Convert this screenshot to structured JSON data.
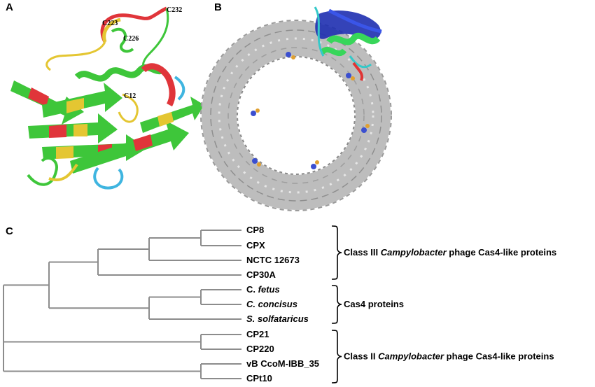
{
  "panels": {
    "a": "A",
    "b": "B",
    "c": "C"
  },
  "panel_a": {
    "residue_labels": [
      "C232",
      "C223",
      "C226",
      "C12"
    ],
    "colors": {
      "green": "#3ec63a",
      "red": "#e0353a",
      "yellow": "#e4c632",
      "cyan": "#3fb5e0"
    }
  },
  "panel_b": {
    "colors": {
      "ring": "#bdbdbd",
      "ring_dark": "#8a8a8a",
      "blue": "#1e2fb0",
      "green": "#38d65a",
      "cyan": "#35c9c9",
      "red": "#e03535"
    }
  },
  "tree": {
    "leaves": [
      {
        "parts": [
          {
            "t": "CP8",
            "i": false
          }
        ]
      },
      {
        "parts": [
          {
            "t": "CPX",
            "i": false
          }
        ]
      },
      {
        "parts": [
          {
            "t": "NCTC 12673",
            "i": false
          }
        ]
      },
      {
        "parts": [
          {
            "t": "CP30A",
            "i": false
          }
        ]
      },
      {
        "parts": [
          {
            "t": "C. ",
            "i": false
          },
          {
            "t": "fetus",
            "i": true
          }
        ]
      },
      {
        "parts": [
          {
            "t": "C. concisus",
            "i": true
          }
        ]
      },
      {
        "parts": [
          {
            "t": "S. solfataricus",
            "i": true
          }
        ]
      },
      {
        "parts": [
          {
            "t": "CP21",
            "i": false
          }
        ]
      },
      {
        "parts": [
          {
            "t": "CP220",
            "i": false
          }
        ]
      },
      {
        "parts": [
          {
            "t": "vB CcoM-IBB_35",
            "i": false
          }
        ]
      },
      {
        "parts": [
          {
            "t": "CPt10",
            "i": false
          }
        ]
      }
    ],
    "groups": [
      {
        "parts": [
          {
            "t": "Class III ",
            "i": false
          },
          {
            "t": "Campylobacter",
            "i": true
          },
          {
            "t": " phage Cas4-like proteins",
            "i": false
          }
        ]
      },
      {
        "parts": [
          {
            "t": "Cas4 proteins",
            "i": false
          }
        ]
      },
      {
        "parts": [
          {
            "t": "Class II ",
            "i": false
          },
          {
            "t": "Campylobacter",
            "i": true
          },
          {
            "t": " phage Cas4-like proteins",
            "i": false
          }
        ]
      }
    ],
    "line_color": "#8c8c8c"
  }
}
